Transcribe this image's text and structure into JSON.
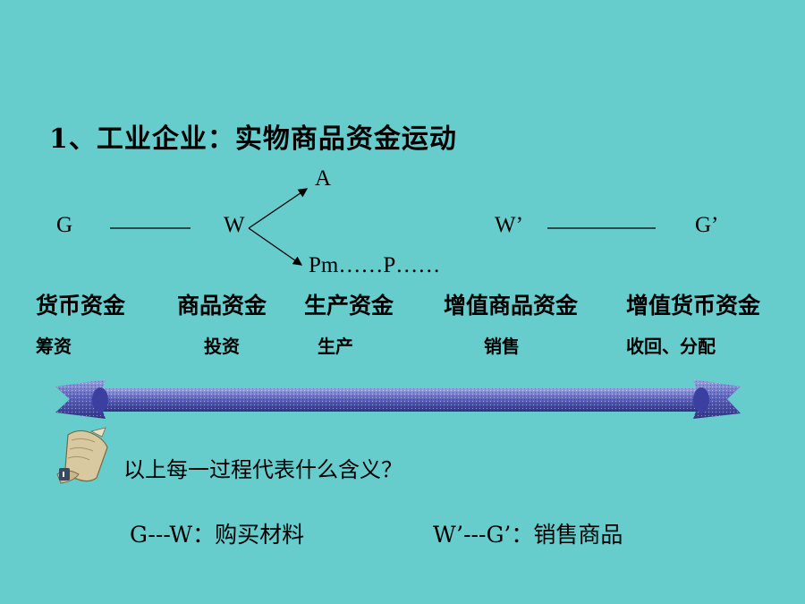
{
  "title": "1、工业企业：实物商品资金运动",
  "formula": {
    "g": "G",
    "w": "W",
    "a": "A",
    "pm": "Pm……P……",
    "w_prime": "W’",
    "g_prime": "G’"
  },
  "stages": [
    "货币资金",
    "商品资金",
    "生产资金",
    "增值商品资金",
    "增值货币资金"
  ],
  "actions": [
    "筹资",
    "投资",
    "生产",
    "销售",
    "收回、分配"
  ],
  "question": "以上每一过程代表什么含义？",
  "answers": [
    "G---W：购买材料",
    "W’---G’：销售商品"
  ],
  "colors": {
    "background": "#66CCCC",
    "banner": "#5C63C8",
    "scroll": "#D9C9A0"
  },
  "icons": [
    "scroll-banner-icon",
    "parchment-scroll-icon"
  ]
}
